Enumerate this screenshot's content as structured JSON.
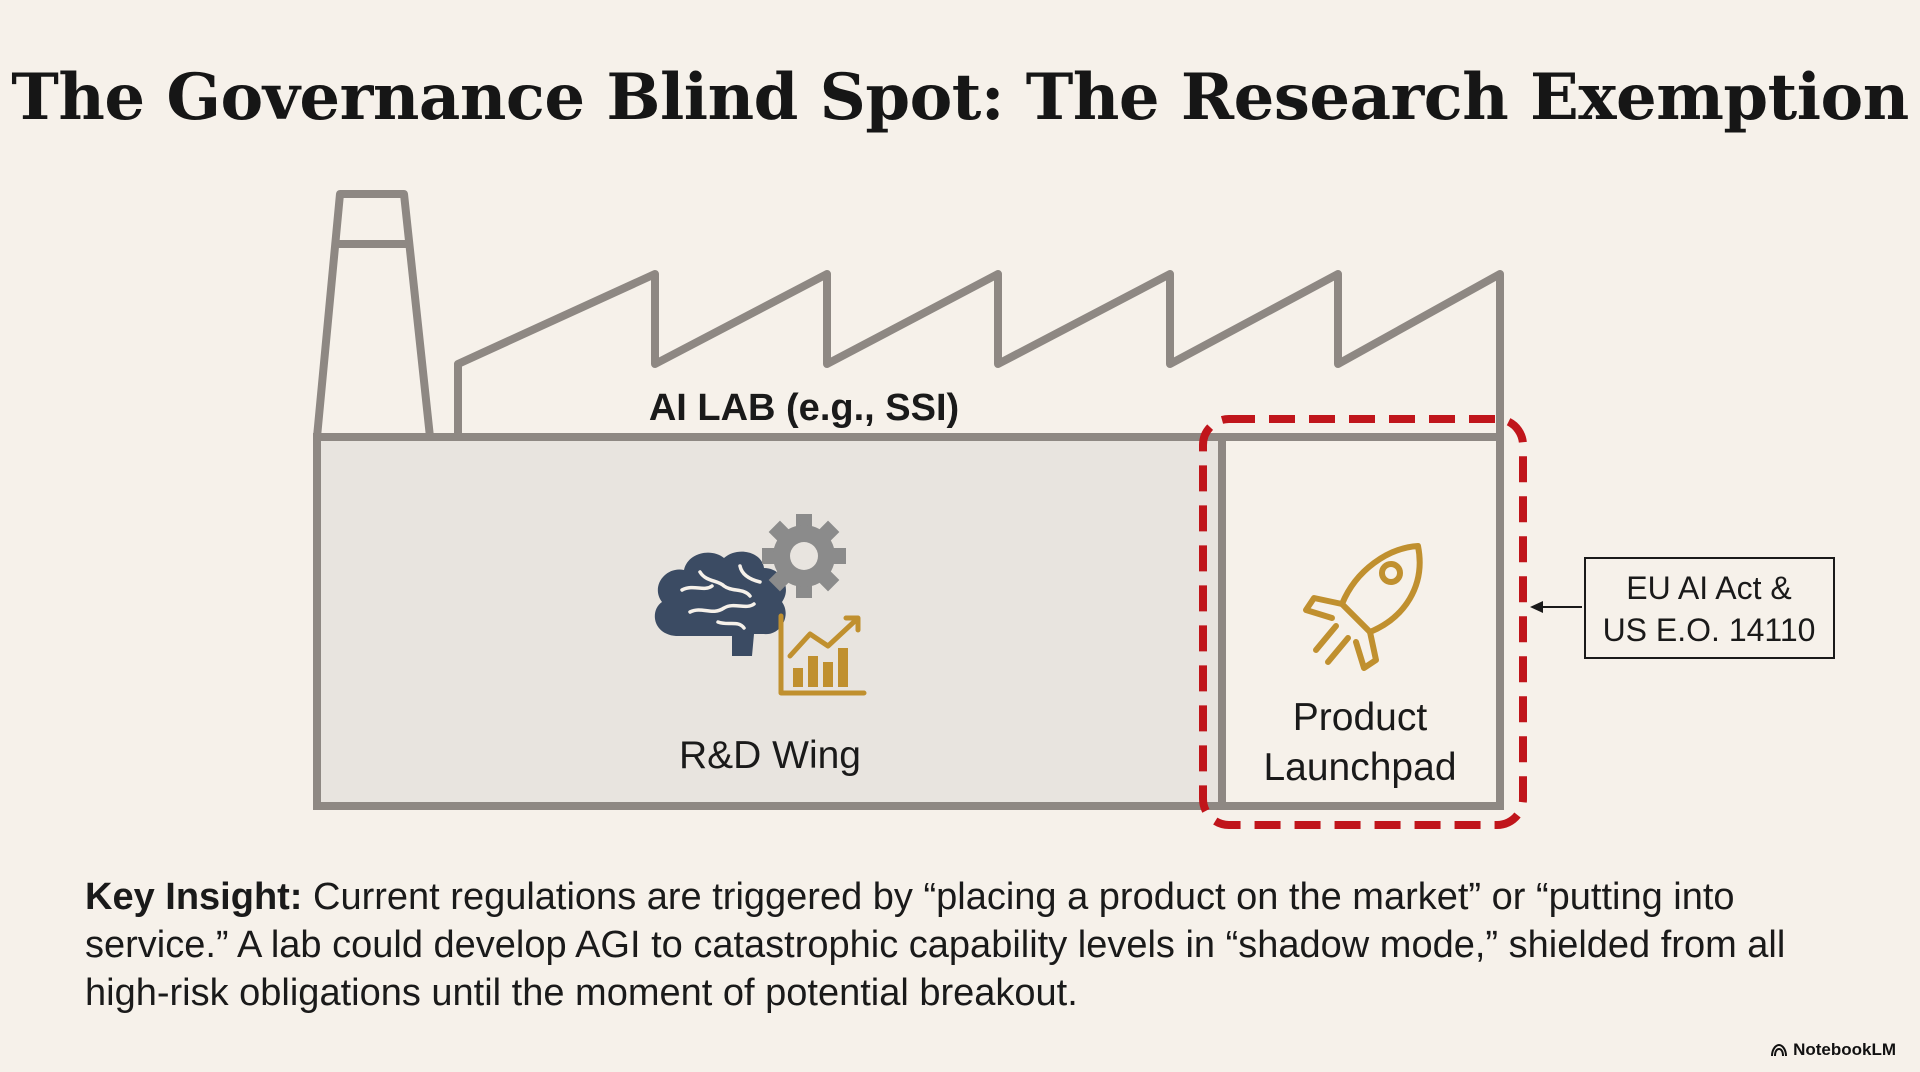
{
  "title": "The Governance Blind Spot: The Research Exemption",
  "factory": {
    "lab_label": "AI LAB (e.g., SSI)",
    "rd_wing_label": "R&D Wing",
    "launchpad_label_line1": "Product",
    "launchpad_label_line2": "Launchpad"
  },
  "regulation_box": {
    "line1": "EU AI Act &",
    "line2": "US E.O. 14110"
  },
  "insight": {
    "lead": "Key Insight:",
    "text": " Current regulations are triggered by “placing a product on the market” or “putting into service.” A lab could develop AGI to catastrophic capability levels in “shadow mode,” shielded from all high-risk obligations until the moment of potential breakout."
  },
  "branding": "NotebookLM",
  "icons": {
    "brain": "brain-icon",
    "gear": "gear-icon",
    "chart": "bar-chart-icon",
    "rocket": "rocket-icon"
  },
  "colors": {
    "background": "#f6f1ea",
    "outline": "#8e8883",
    "wing_fill": "#e8e4df",
    "highlight": "#c0151b",
    "gold": "#c0902f",
    "brain": "#3b4b63",
    "gear": "#8b8b8b"
  }
}
